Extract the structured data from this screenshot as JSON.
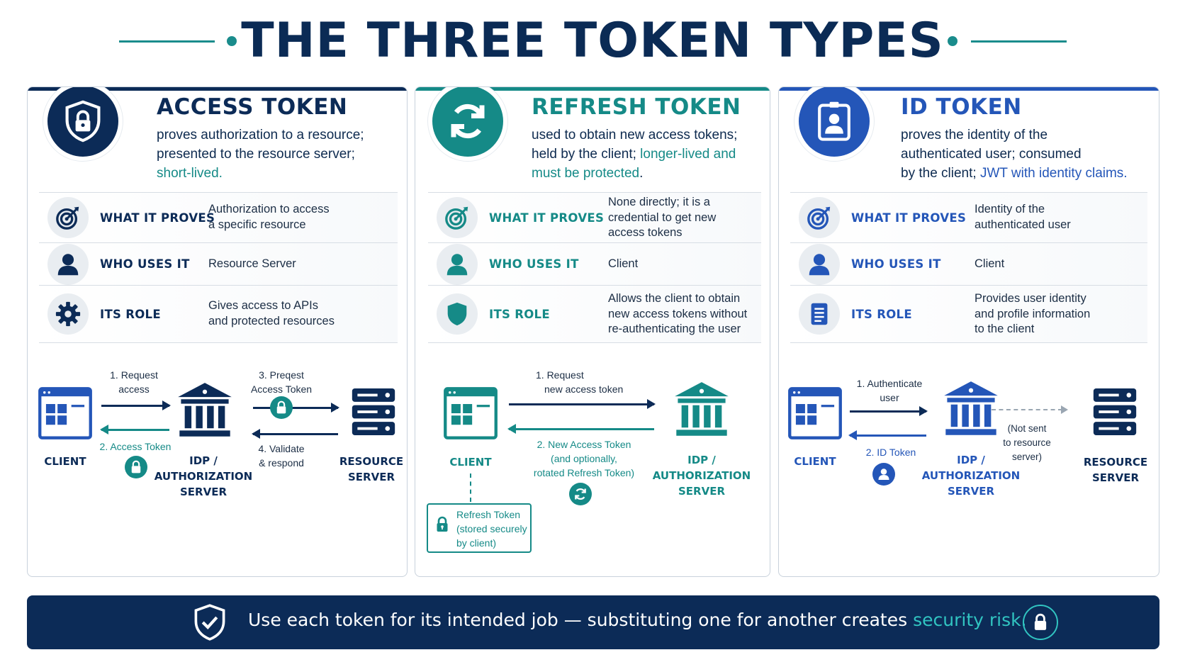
{
  "title": "THE THREE TOKEN TYPES",
  "colors": {
    "navy": "#0c2b57",
    "teal": "#158a87",
    "blue": "#2456b8",
    "border": "#c9d2dc"
  },
  "panels": [
    {
      "title": "ACCESS TOKEN",
      "icon": "shield-lock-icon",
      "desc_1": "proves authorization to a resource;",
      "desc_2": "presented to the resource server;",
      "desc_hl": "short-lived.",
      "rows": [
        {
          "label": "WHAT IT PROVES",
          "icon": "target-icon",
          "value_1": "Authorization to access",
          "value_2": "a specific resource"
        },
        {
          "label": "WHO USES IT",
          "icon": "user-icon",
          "value_1": "Resource Server"
        },
        {
          "label": "ITS ROLE",
          "icon": "gear-icon",
          "value_1": "Gives access to APIs",
          "value_2": "and protected resources"
        }
      ],
      "flow": {
        "step1_a": "1. Request",
        "step1_b": "access",
        "step2": "2. Access Token",
        "step3_a": "3. Preqest",
        "step3_b": "Access Token",
        "step4_a": "4. Validate",
        "step4_b": "& respond",
        "client": "CLIENT",
        "idp_1": "IDP /",
        "idp_2": "AUTHORIZATION",
        "idp_3": "SERVER",
        "res_1": "RESOURCE",
        "res_2": "SERVER"
      }
    },
    {
      "title": "REFRESH TOKEN",
      "icon": "refresh-icon",
      "desc_1": "used to obtain new access tokens;",
      "desc_2a": "held by the client;",
      "desc_hl_1": "longer-lived and",
      "desc_hl_2": "must be protected",
      "desc_end": ".",
      "rows": [
        {
          "label": "WHAT IT PROVES",
          "icon": "target-icon",
          "value_1": "None directly; it is a",
          "value_2": "credential to get new",
          "value_3": "access tokens"
        },
        {
          "label": "WHO USES IT",
          "icon": "user-icon",
          "value_1": "Client"
        },
        {
          "label": "ITS ROLE",
          "icon": "shield-icon",
          "value_1": "Allows the client to obtain",
          "value_2": "new access tokens without",
          "value_3": "re-authenticating the user"
        }
      ],
      "flow": {
        "step1_a": "1. Request",
        "step1_b": "new access token",
        "step2_a": "2. New Access Token",
        "step2_b": "(and optionally,",
        "step2_c": "rotated Refresh Token)",
        "client": "CLIENT",
        "idp_1": "IDP /",
        "idp_2": "AUTHORIZATION",
        "idp_3": "SERVER",
        "stored_1": "Refresh Token",
        "stored_2": "(stored securely",
        "stored_3": "by client)"
      }
    },
    {
      "title": "ID TOKEN",
      "icon": "id-badge-icon",
      "desc_1": "proves the identity of the",
      "desc_2": "authenticated user; consumed",
      "desc_3a": "by the client;",
      "desc_hl": "JWT with identity claims.",
      "rows": [
        {
          "label": "WHAT IT PROVES",
          "icon": "target-icon",
          "value_1": "Identity of the",
          "value_2": "authenticated user"
        },
        {
          "label": "WHO USES IT",
          "icon": "user-icon",
          "value_1": "Client"
        },
        {
          "label": "ITS ROLE",
          "icon": "document-icon",
          "value_1": "Provides user identity",
          "value_2": "and profile information",
          "value_3": "to the client"
        }
      ],
      "flow": {
        "step1_a": "1. Authenticate",
        "step1_b": "user",
        "step2": "2. ID Token",
        "not_sent_1": "(Not sent",
        "not_sent_2": "to resource",
        "not_sent_3": "server)",
        "client": "CLIENT",
        "idp_1": "IDP /",
        "idp_2": "AUTHORIZATION",
        "idp_3": "SERVER",
        "res_1": "RESOURCE",
        "res_2": "SERVER"
      }
    }
  ],
  "footer": {
    "text": "Use each token for its intended job — substituting one for another creates",
    "highlight": "security risk."
  }
}
